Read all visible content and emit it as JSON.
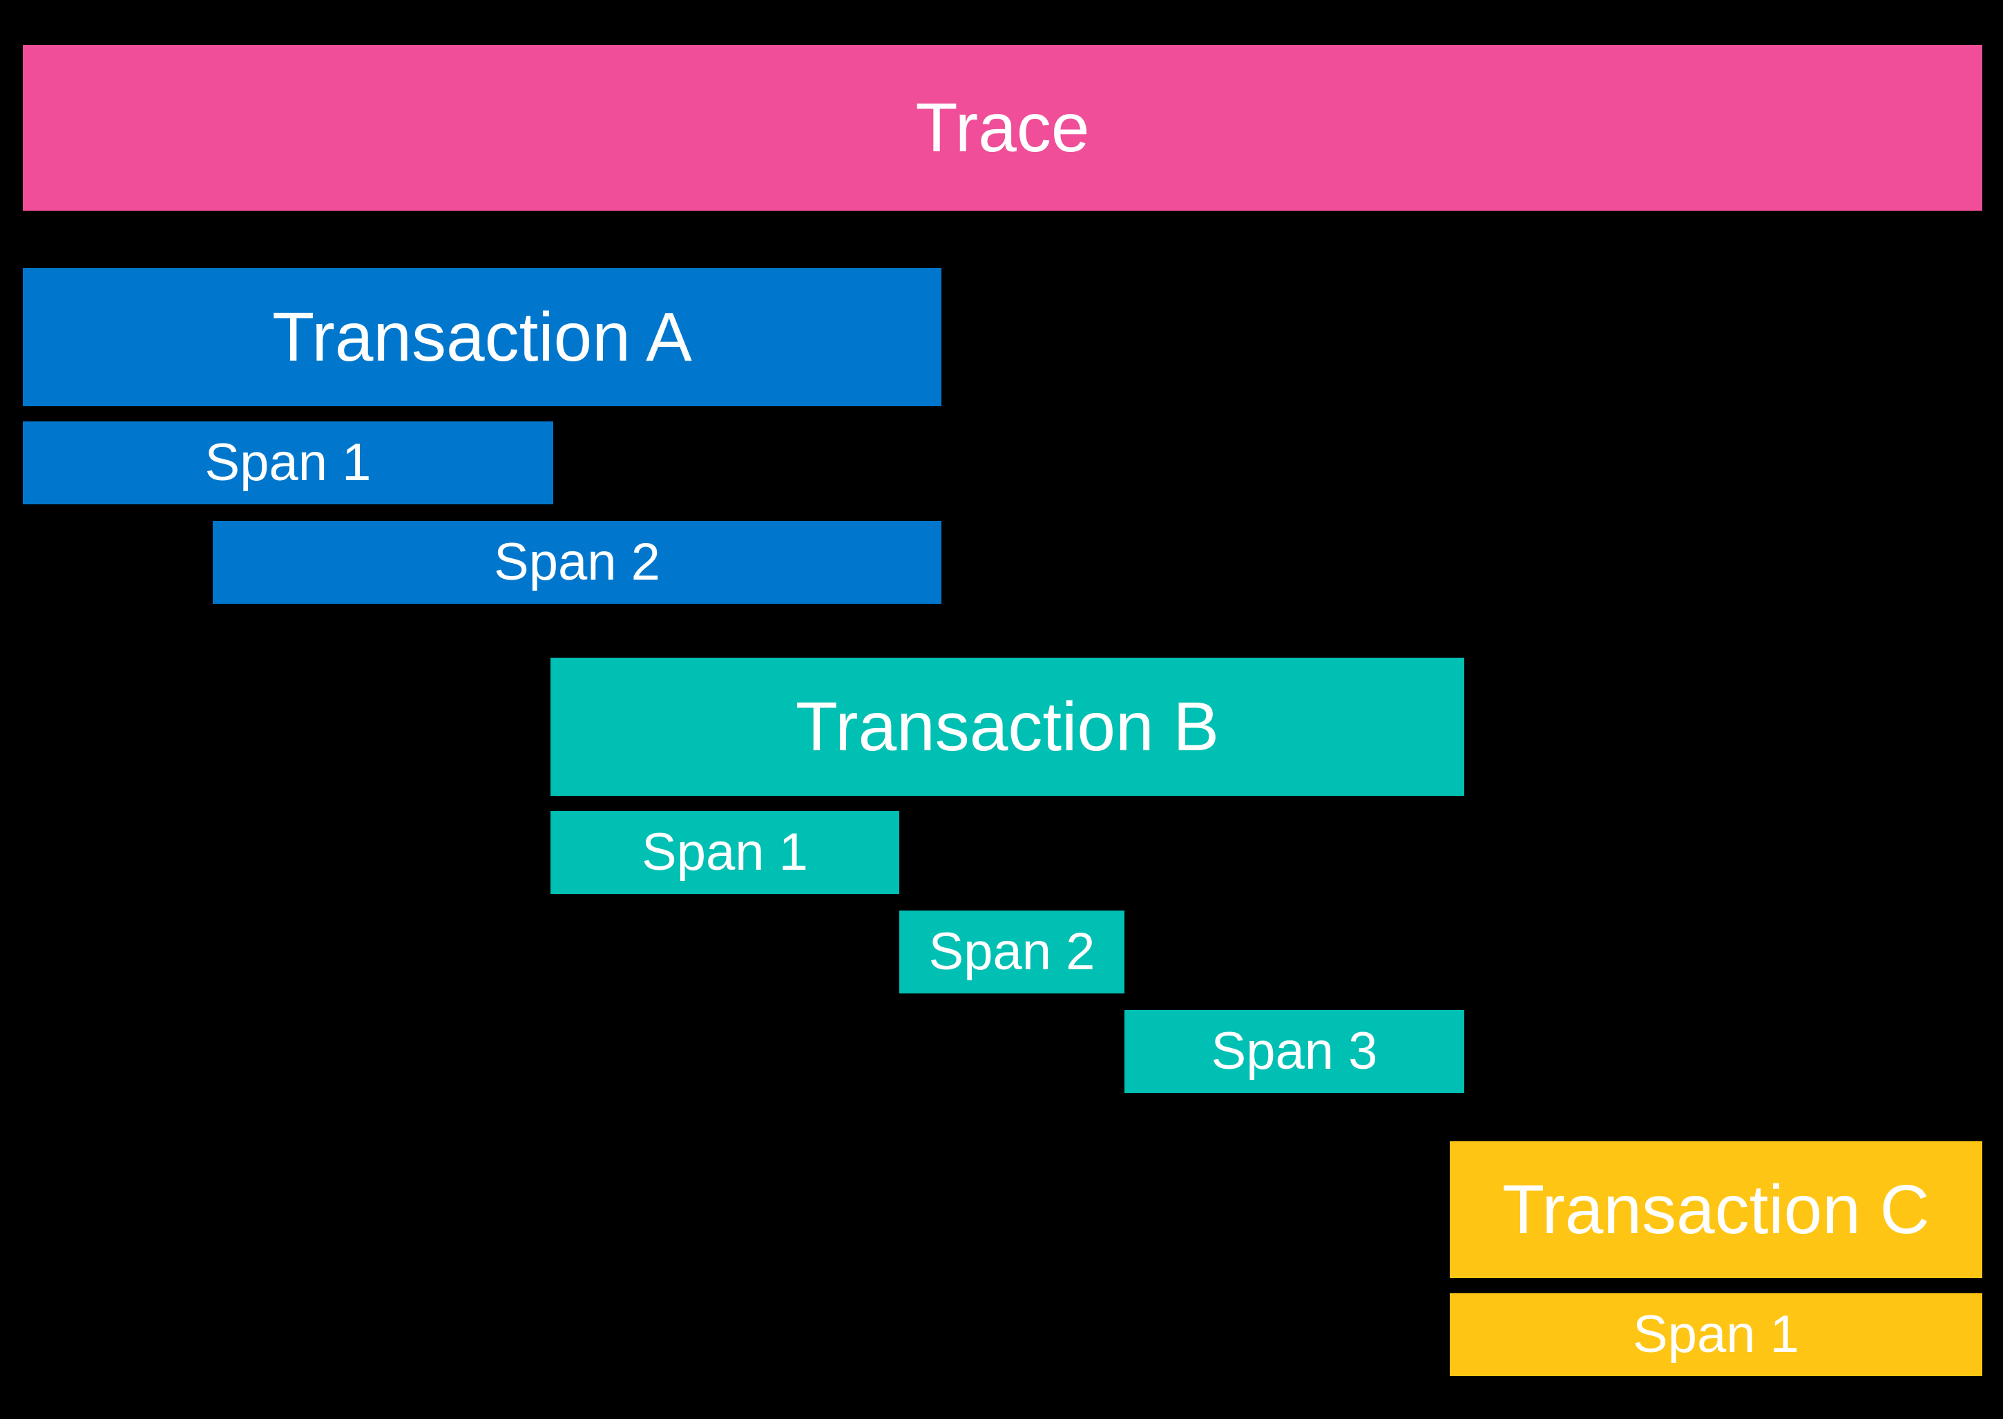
{
  "background_color": "#000000",
  "text_color": "#ffffff",
  "trace": {
    "label": "Trace",
    "color": "#F04E98"
  },
  "transactions": [
    {
      "label": "Transaction A",
      "color": "#0077CC",
      "spans": [
        {
          "label": "Span 1"
        },
        {
          "label": "Span 2"
        }
      ]
    },
    {
      "label": "Transaction B",
      "color": "#00BFB3",
      "spans": [
        {
          "label": "Span 1"
        },
        {
          "label": "Span 2"
        },
        {
          "label": "Span 3"
        }
      ]
    },
    {
      "label": "Transaction C",
      "color": "#FEC514",
      "spans": [
        {
          "label": "Span 1"
        }
      ]
    }
  ]
}
